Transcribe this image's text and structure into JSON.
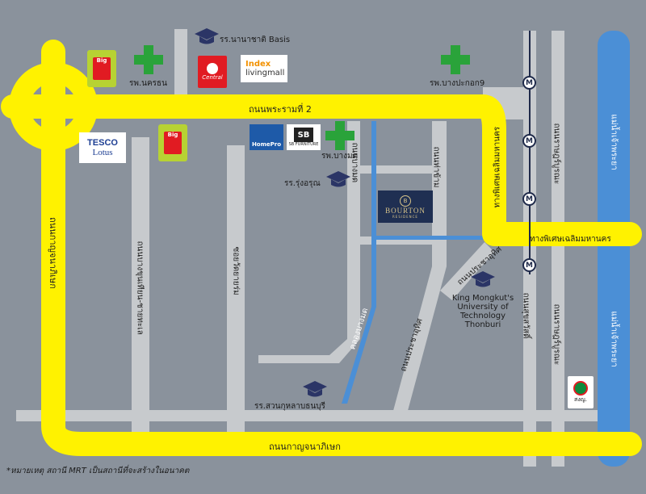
{
  "roads": {
    "rama2": "ถนนพระรามที่ 2",
    "kanchanaphisek_left": "ถนนกาญจนาภิเษก",
    "kanchanaphisek_bottom": "ถนนกาญจนาภิเษก",
    "expressway_vertical": "ทางพิเศษเฉลิมมหานคร",
    "expressway_horizontal": "ทางพิเศษเฉลิมมหานคร",
    "tha_kham": "ถนนท่าข้าม",
    "bang_khun_thian": "ถนนบางขุนเทียน-ชายทะเล",
    "soi_wat_yai_rom": "ซอยวัดยายร่ม",
    "bang_mot_road": "ถนนบางมด",
    "pracha_uthit": "ถนนประชาอุทิศ",
    "pracha_uthit_2": "ถนนประชาอุทิศ",
    "suksawat": "ถนนสุขสวัสดิ์",
    "rat_burana_1": "ถนนราษฎร์บูรณะ",
    "rat_burana_2": "ถนนราษฎร์บูรณะ"
  },
  "water": {
    "chao_phraya_top": "แม่น้ำเจ้าพระยา",
    "chao_phraya_bottom": "แม่น้ำเจ้าพระยา",
    "khlong_bang_mot": "คลองบางมด"
  },
  "places": {
    "basis_school": "รร.นานาชาติ Basis",
    "nakornthon_hosp": "รพ.นครธน",
    "bangpakok9_hosp": "รพ.บางปะกอก9",
    "bangmot_hosp": "รพ.บางมด",
    "rung_arun_school": "รร.รุ่งอรุณ",
    "suankularb_school": "รร.สวนกุหลาบธนบุรี",
    "kmutt": "King Mongkut's\nUniversity of\nTechnology Thonburi",
    "bourton_name": "BOURTON",
    "bourton_sub": "RESIDENCE",
    "kasikorn": "สงญ.",
    "homepro": "HomePro",
    "sb_furniture": "SB FURNITURE",
    "index_top": "Index",
    "index_bottom": "livingmall",
    "tesco_top": "TESCO",
    "tesco_bottom": "Lotus",
    "central": "Central",
    "bigc": "Big"
  },
  "mrt_label": "M",
  "footnote": "*หมายเหตุ สถานี MRT เป็นสถานีที่จะสร้างในอนาคต",
  "colors": {
    "background": "#8a929c",
    "main_road": "#fff200",
    "minor_road": "#c7cacd",
    "river": "#4b8fd6",
    "hospital": "#2aa33a",
    "school": "#2b3566",
    "bourton": "#1f2f52"
  }
}
